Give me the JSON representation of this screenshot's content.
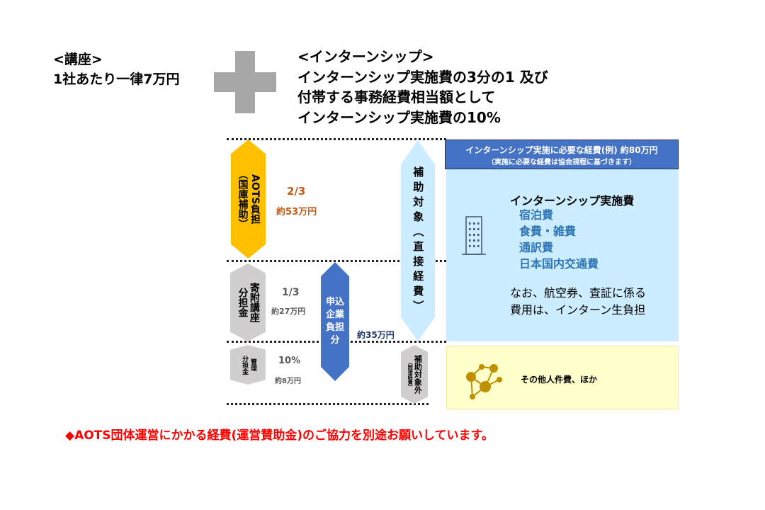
{
  "left_heading": {
    "title": "<講座>",
    "text": "1社あたり一律7万円"
  },
  "right_heading": {
    "title": "<インターンシップ>",
    "lines": [
      "インターンシップ実施費の3分の1 及び",
      "付帯する事務経費相当額として",
      "インターンシップ実施費の10%"
    ]
  },
  "hexes": {
    "aots": {
      "main": "AOTS負担",
      "sub": "（国庫補助）"
    },
    "kifu": {
      "main": "寄附講座",
      "sub": "分担金"
    },
    "kanri": {
      "main": "管理",
      "sub": "分担金"
    },
    "company": "申込企業負担分",
    "direct": "補助対象（直接経費）",
    "indirect": {
      "main": "補助対象外",
      "sub": "（間接経費）"
    }
  },
  "amounts": {
    "aots_ratio": "2/3",
    "aots_amount": "約53万円",
    "kifu_ratio": "1/3",
    "kifu_amount": "約27万円",
    "kanri_ratio": "10%",
    "kanri_amount": "約8万円",
    "company_amount": "約35万円"
  },
  "expense_box": {
    "header": "インターンシップ実施に必要な経費(例)  約80万円",
    "subheader": "（実施に必要な経費は協会規程に基づきます）",
    "title": "インターンシップ実施費",
    "items": [
      "宿泊費",
      "食費・雑費",
      "通訳費",
      "日本国内交通費"
    ],
    "note": [
      "なお、航空券、査証に係る",
      "費用は、インターン生負担"
    ],
    "other": "その他人件費、ほか"
  },
  "footer": "◆AOTS団体運営にかかる経費(運営賛助金)のご協力を別途お願いしています。",
  "colors": {
    "yellow": "#FFC000",
    "gray": "#D0CECE",
    "blue": "#4472C4",
    "lightblue": "#CCECFF",
    "orange": "#C55A11",
    "red": "#FF0000"
  }
}
